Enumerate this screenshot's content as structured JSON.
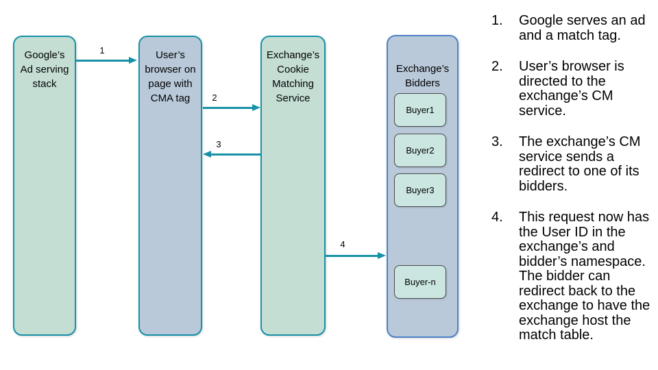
{
  "colors": {
    "teal_border": "#1691a6",
    "green_fill": "#c4ded4",
    "blue_fill": "#b9c9d9",
    "bidders_border": "#4d82c4",
    "buyer_fill": "#cbe6e0",
    "buyer_border": "#4a4a4a"
  },
  "diagram": {
    "boxes": [
      {
        "id": "google-stack",
        "label": "Google’s\nAd serving\nstack"
      },
      {
        "id": "user-browser",
        "label": "User’s\nbrowser on\npage with\nCMA tag"
      },
      {
        "id": "cm-service",
        "label": "Exchange’s\nCookie\nMatching\nService"
      },
      {
        "id": "bidders",
        "label": "Exchange’s\nBidders"
      }
    ],
    "buyers": [
      "Buyer1",
      "Buyer2",
      "Buyer3",
      "Buyer-n"
    ],
    "arrows": [
      {
        "label": "1",
        "from": "google-stack",
        "to": "user-browser",
        "direction": "right"
      },
      {
        "label": "2",
        "from": "user-browser",
        "to": "cm-service",
        "direction": "right"
      },
      {
        "label": "3",
        "from": "cm-service",
        "to": "user-browser",
        "direction": "left"
      },
      {
        "label": "4",
        "from": "cm-service",
        "to": "bidders",
        "direction": "right"
      }
    ]
  },
  "steps": [
    {
      "num": "1.",
      "text": "Google serves an ad\nand a match tag."
    },
    {
      "num": "2.",
      "text": "User’s browser is\ndirected to the\nexchange’s CM\nservice."
    },
    {
      "num": "3.",
      "text": "The exchange’s CM\nservice sends a\nredirect to one of its\nbidders."
    },
    {
      "num": "4.",
      "text": "This request now has\nthe User ID in the\nexchange’s and\nbidder’s namespace.\nThe bidder can\nredirect back to the\nexchange to have the\nexchange host the\nmatch table."
    }
  ]
}
